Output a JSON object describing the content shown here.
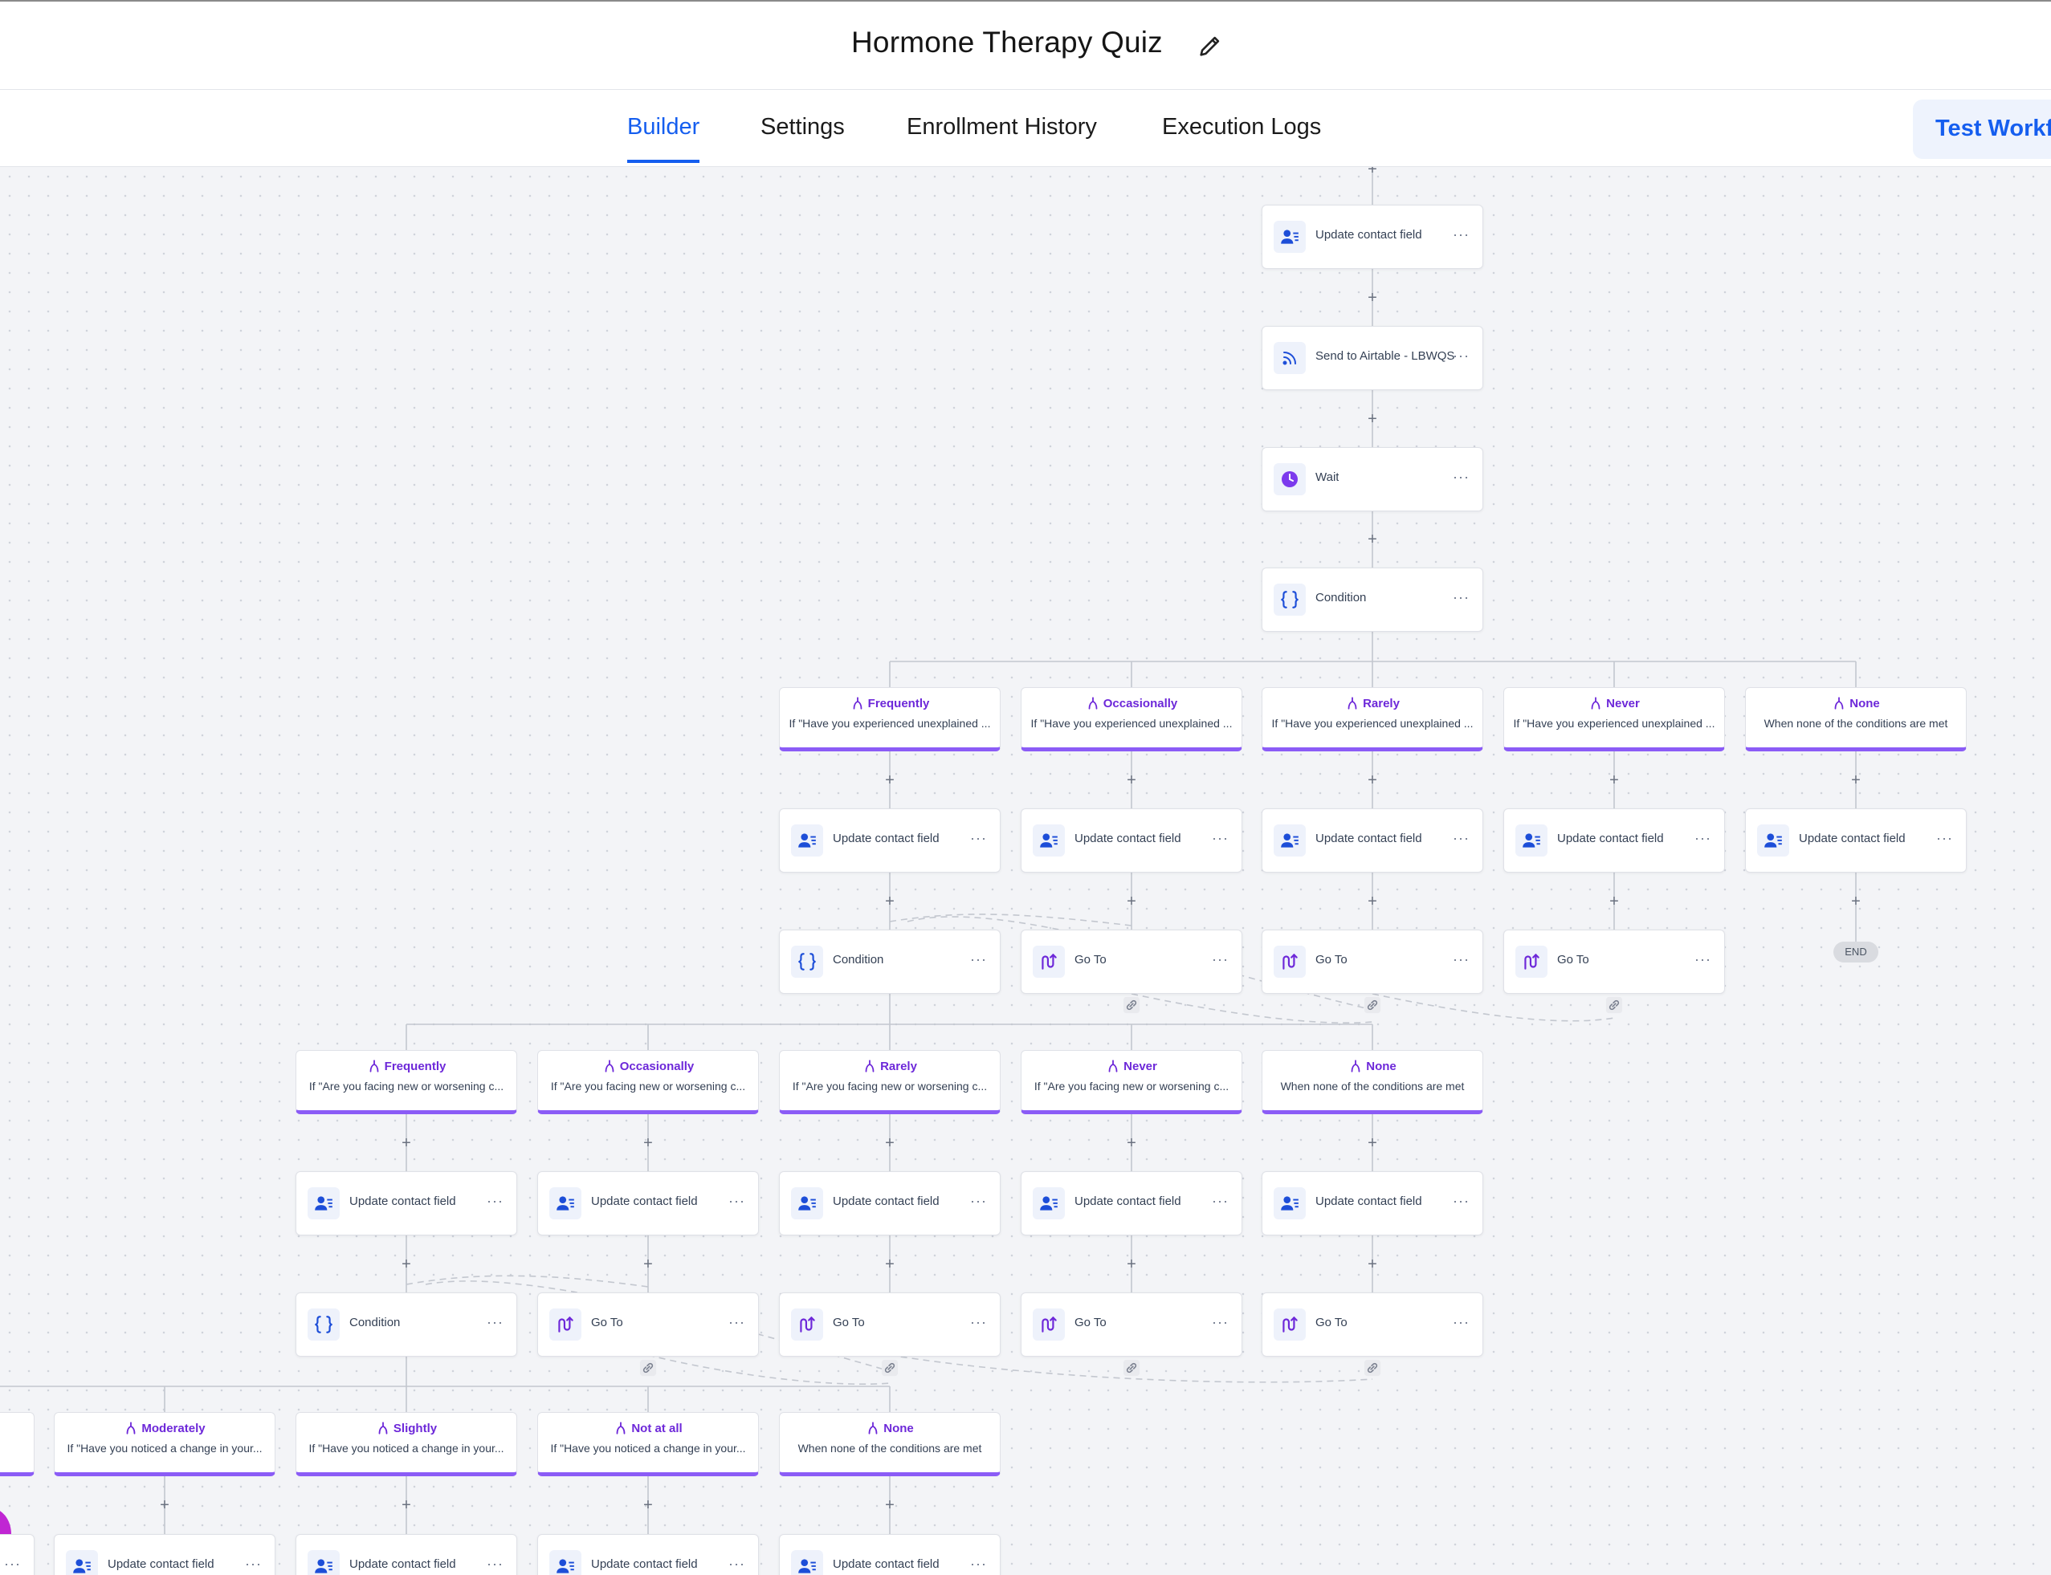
{
  "header": {
    "title": "Hormone Therapy Quiz",
    "edit_icon": "pencil-icon"
  },
  "tabs": [
    {
      "label": "Builder",
      "active": true
    },
    {
      "label": "Settings"
    },
    {
      "label": "Enrollment History"
    },
    {
      "label": "Execution Logs"
    }
  ],
  "test_button": "Test Workf",
  "colors": {
    "accent": "#155eef",
    "branch": "#6d28d9",
    "branch_border": "#8b5cf6",
    "contact_icon": "#1d4ed8",
    "wait_icon": "#7c3aed"
  },
  "workflow": {
    "main": [
      {
        "type": "contact",
        "label": "Update contact field",
        "icon": "contact-icon"
      },
      {
        "type": "webhook",
        "label": "Send to Airtable - LBWQS",
        "icon": "webhook-icon"
      },
      {
        "type": "wait",
        "label": "Wait",
        "icon": "clock-icon"
      },
      {
        "type": "condition",
        "label": "Condition",
        "icon": "braces-icon"
      }
    ],
    "level1": {
      "branches": [
        {
          "title": "Frequently",
          "desc": "If \"Have you experienced unexplained ..."
        },
        {
          "title": "Occasionally",
          "desc": "If \"Have you experienced unexplained ..."
        },
        {
          "title": "Rarely",
          "desc": "If \"Have you experienced unexplained ..."
        },
        {
          "title": "Never",
          "desc": "If \"Have you experienced unexplained ..."
        },
        {
          "title": "None",
          "desc": "When none of the conditions are met"
        }
      ],
      "actions": [
        "Update contact field",
        "Update contact field",
        "Update contact field",
        "Update contact field",
        "Update contact field"
      ],
      "nexts": [
        "Condition",
        "Go To",
        "Go To",
        "Go To",
        "END"
      ]
    },
    "level2": {
      "branches": [
        {
          "title": "Frequently",
          "desc": "If \"Are you facing new or worsening c..."
        },
        {
          "title": "Occasionally",
          "desc": "If \"Are you facing new or worsening c..."
        },
        {
          "title": "Rarely",
          "desc": "If \"Are you facing new or worsening c..."
        },
        {
          "title": "Never",
          "desc": "If \"Are you facing new or worsening c..."
        },
        {
          "title": "None",
          "desc": "When none of the conditions are met"
        }
      ],
      "actions": [
        "Update contact field",
        "Update contact field",
        "Update contact field",
        "Update contact field",
        "Update contact field"
      ],
      "nexts": [
        "Condition",
        "Go To",
        "Go To",
        "Go To",
        "Go To"
      ]
    },
    "level3": {
      "branches": [
        {
          "title": "",
          "desc": "our..."
        },
        {
          "title": "Moderately",
          "desc": "If \"Have you noticed a change in your..."
        },
        {
          "title": "Slightly",
          "desc": "If \"Have you noticed a change in your..."
        },
        {
          "title": "Not at all",
          "desc": "If \"Have you noticed a change in your..."
        },
        {
          "title": "None",
          "desc": "When none of the conditions are met"
        }
      ],
      "actions": [
        "...",
        "Update contact field",
        "Update contact field",
        "Update contact field",
        "Update contact field"
      ]
    }
  }
}
